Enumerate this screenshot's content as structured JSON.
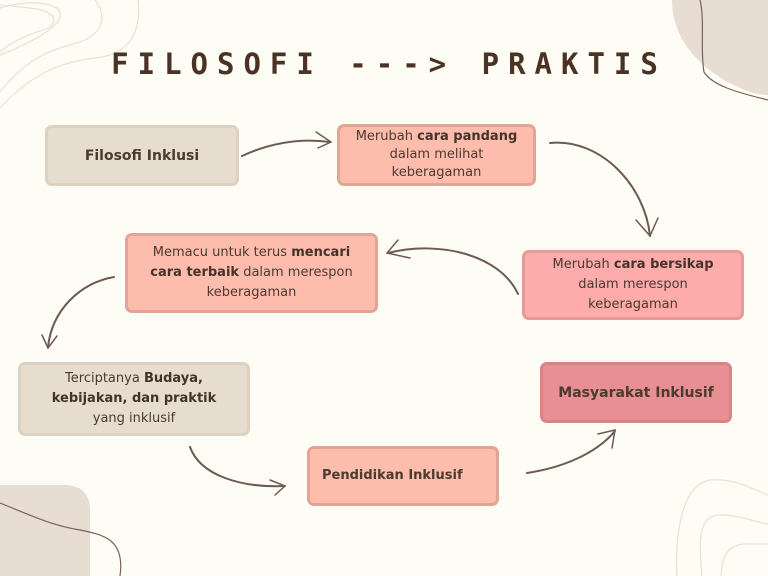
{
  "title": "FILOSOFI ---> PRAKTIS",
  "nodes": {
    "filosofi": {
      "text": "Filosofi Inklusi",
      "bold": true
    },
    "cara_pandang": {
      "lines": [
        [
          "Merubah ",
          "cara pandang"
        ],
        [
          "dalam melihat"
        ],
        [
          "keberagaman"
        ]
      ]
    },
    "cara_bersikap": {
      "lines": [
        [
          "Merubah ",
          "cara bersikap"
        ],
        [
          "dalam merespon"
        ],
        [
          "keberagaman"
        ]
      ]
    },
    "mencari": {
      "lines": [
        [
          "Memacu untuk terus ",
          "mencari"
        ],
        [
          "",
          "cara terbaik",
          " dalam merespon"
        ],
        [
          "keberagaman"
        ]
      ]
    },
    "budaya": {
      "lines": [
        [
          "Terciptanya ",
          "Budaya,"
        ],
        [
          "",
          "kebijakan, dan praktik"
        ],
        [
          "yang inklusif"
        ]
      ]
    },
    "pendidikan": {
      "text": "Pendidikan Inklusif",
      "bold": true
    },
    "masyarakat": {
      "text": "Masyarakat Inklusif",
      "bold": true
    }
  },
  "labels": {
    "cara_pandang_a": "Merubah ",
    "cara_pandang_b": "cara pandang",
    "cara_pandang_c": "dalam melihat",
    "cara_pandang_d": "keberagaman",
    "cara_bersikap_a": "Merubah ",
    "cara_bersikap_b": "cara bersikap",
    "cara_bersikap_c": "dalam merespon",
    "cara_bersikap_d": "keberagaman",
    "mencari_a": "Memacu untuk terus ",
    "mencari_b": "mencari",
    "mencari_c": "cara terbaik",
    "mencari_d": " dalam merespon",
    "mencari_e": "keberagaman",
    "budaya_a": "Terciptanya ",
    "budaya_b": "Budaya,",
    "budaya_c": "kebijakan, dan praktik",
    "budaya_d": "yang inklusif"
  },
  "colors": {
    "background": "#fdfdf5",
    "title": "#4a3324",
    "tan_box": "#e7ddcf",
    "salmon_box": "#febcad",
    "pink_box": "#fdabab",
    "rose_box": "#e78f92",
    "arrow": "#6e5a52"
  },
  "flow": [
    "Filosofi Inklusi",
    "Merubah cara pandang",
    "Merubah cara bersikap",
    "Memacu untuk terus mencari cara terbaik",
    "Terciptanya Budaya, kebijakan, dan praktik",
    "Pendidikan Inklusif",
    "Masyarakat Inklusif"
  ]
}
